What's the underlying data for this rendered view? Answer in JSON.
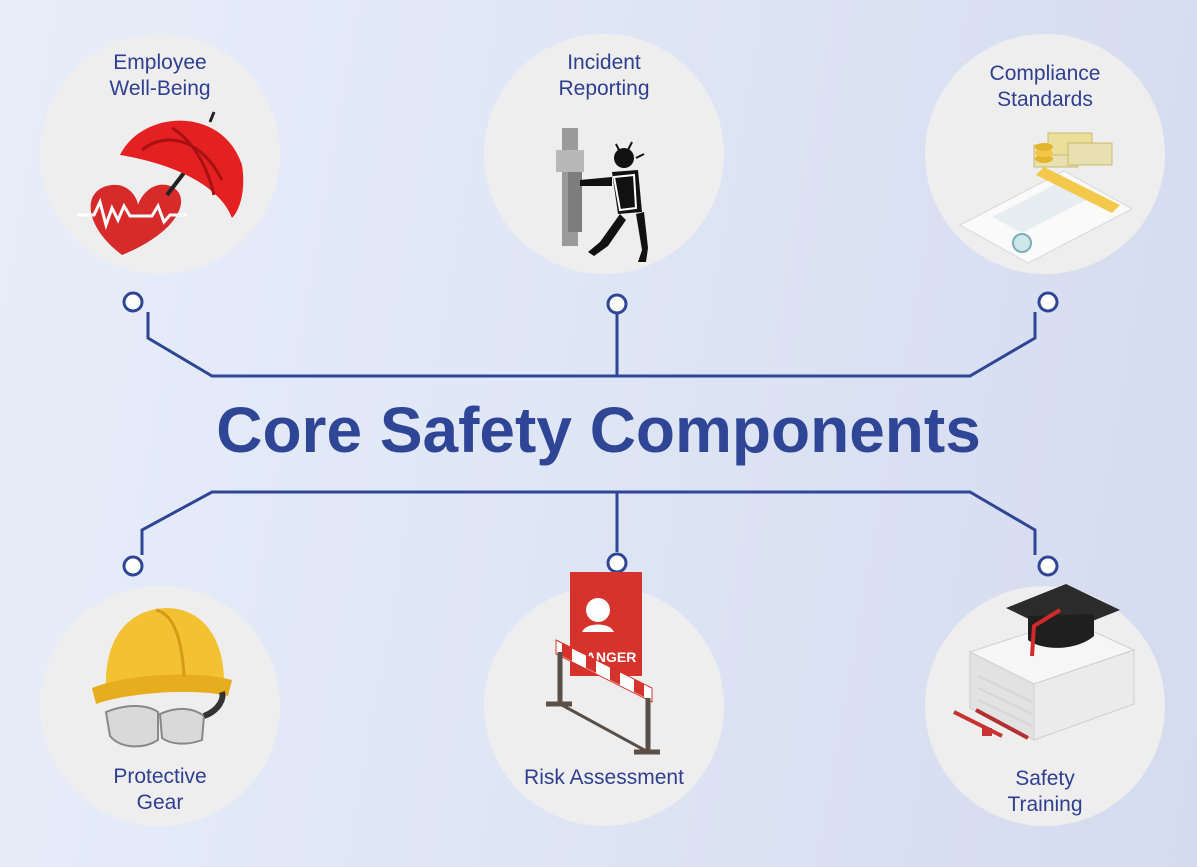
{
  "title": "Core Safety Components",
  "colors": {
    "line": "#2f4596",
    "title": "#2f4596",
    "label": "#2f3f8f",
    "circle": "#eeeeee"
  },
  "components": [
    {
      "lines": [
        "Employee",
        "Well-Being"
      ],
      "icon": "umbrella-heart-icon"
    },
    {
      "lines": [
        "Incident",
        "Reporting"
      ],
      "icon": "electrocution-icon"
    },
    {
      "lines": [
        "Compliance",
        "Standards"
      ],
      "icon": "insurance-document-icon"
    },
    {
      "lines": [
        "Protective",
        "Gear"
      ],
      "icon": "hard-hat-goggles-icon"
    },
    {
      "lines": [
        "Risk Assessment"
      ],
      "icon": "danger-barrier-icon"
    },
    {
      "lines": [
        "Safety",
        "Training"
      ],
      "icon": "graduation-cap-papers-icon"
    }
  ]
}
